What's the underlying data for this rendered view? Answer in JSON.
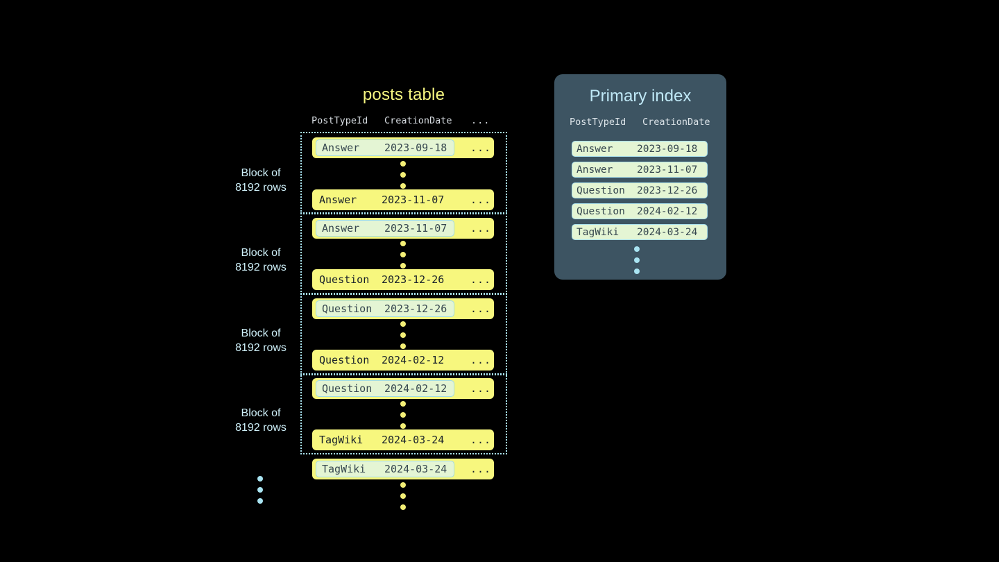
{
  "background_color": "#000000",
  "colors": {
    "row_yellow": "#f7f77e",
    "key_pill_green": "#e4f5d4",
    "accent_cyan": "#a9e4f2",
    "panel_slate": "#3d5462",
    "title_yellow": "#f6f681",
    "title_cyan": "#bfe8f6",
    "mono_text_dark": "#17202a"
  },
  "posts_table": {
    "title": "posts table",
    "column_headers": {
      "post_type_id": "PostTypeId",
      "creation_date": "CreationDate",
      "more": "..."
    },
    "blocks": [
      {
        "label_line1": "Block of",
        "label_line2": "8192 rows",
        "first_row": {
          "post_type_id": "Answer",
          "creation_date": "2023-09-18",
          "more": "...",
          "highlighted": true
        },
        "last_row": {
          "post_type_id": "Answer",
          "creation_date": "2023-11-07",
          "more": "...",
          "highlighted": false
        }
      },
      {
        "label_line1": "Block of",
        "label_line2": "8192 rows",
        "first_row": {
          "post_type_id": "Answer",
          "creation_date": "2023-11-07",
          "more": "...",
          "highlighted": true
        },
        "last_row": {
          "post_type_id": "Question",
          "creation_date": "2023-12-26",
          "more": "...",
          "highlighted": false
        }
      },
      {
        "label_line1": "Block of",
        "label_line2": "8192 rows",
        "first_row": {
          "post_type_id": "Question",
          "creation_date": "2023-12-26",
          "more": "...",
          "highlighted": true
        },
        "last_row": {
          "post_type_id": "Question",
          "creation_date": "2024-02-12",
          "more": "...",
          "highlighted": false
        }
      },
      {
        "label_line1": "Block of",
        "label_line2": "8192 rows",
        "first_row": {
          "post_type_id": "Question",
          "creation_date": "2024-02-12",
          "more": "...",
          "highlighted": true
        },
        "last_row": {
          "post_type_id": "TagWiki",
          "creation_date": "2024-03-24",
          "more": "...",
          "highlighted": false
        }
      }
    ],
    "trailing_row": {
      "post_type_id": "TagWiki",
      "creation_date": "2024-03-24",
      "more": "...",
      "highlighted": true
    }
  },
  "primary_index": {
    "title": "Primary index",
    "column_headers": {
      "post_type_id": "PostTypeId",
      "creation_date": "CreationDate"
    },
    "entries": [
      {
        "post_type_id": "Answer",
        "creation_date": "2023-09-18"
      },
      {
        "post_type_id": "Answer",
        "creation_date": "2023-11-07"
      },
      {
        "post_type_id": "Question",
        "creation_date": "2023-12-26"
      },
      {
        "post_type_id": "Question",
        "creation_date": "2024-02-12"
      },
      {
        "post_type_id": "TagWiki",
        "creation_date": "2024-03-24"
      }
    ]
  }
}
